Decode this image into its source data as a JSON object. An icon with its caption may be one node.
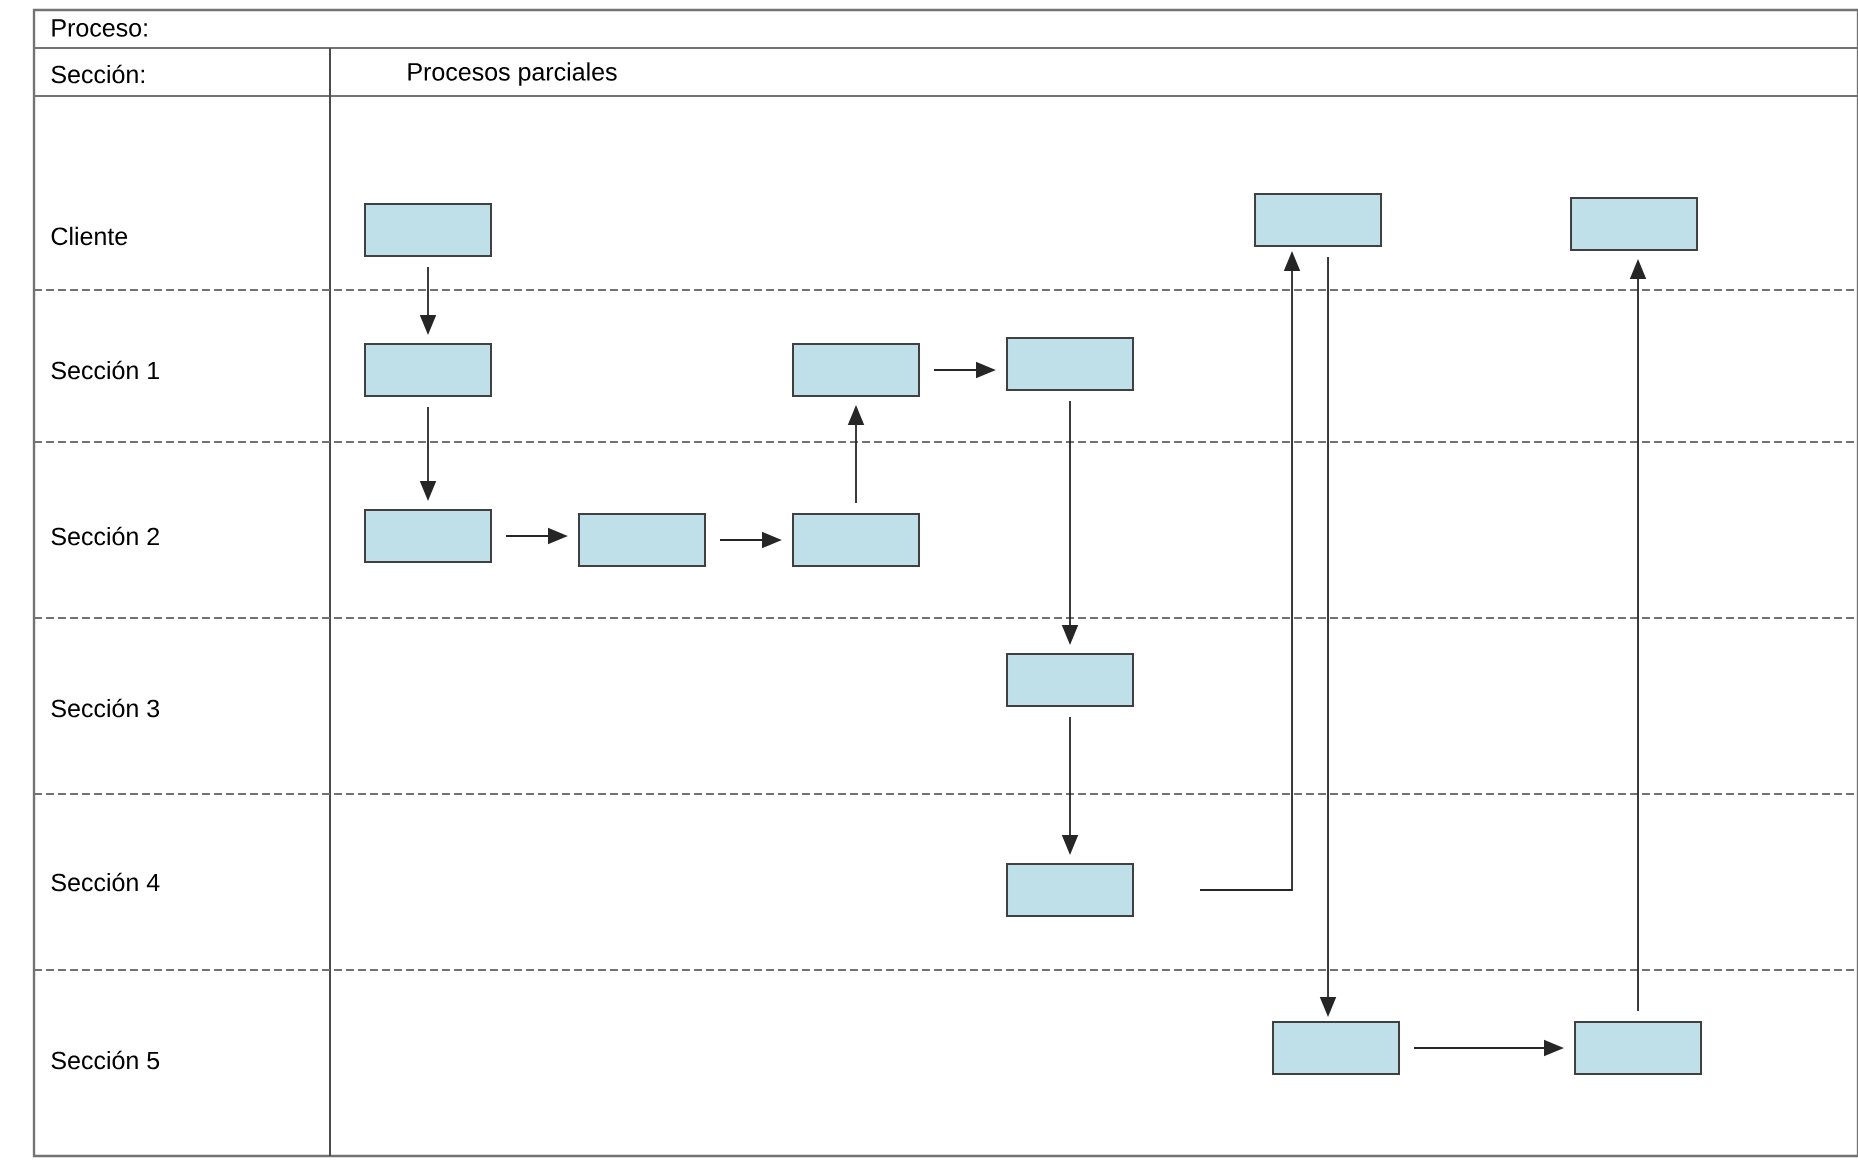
{
  "diagram": {
    "nodes": [
      {
        "text": [],
        "shape": "box"
      },
      {
        "text": [],
        "shape": "box"
      },
      {
        "text": [],
        "shape": "box"
      },
      {
        "text": [],
        "shape": "box"
      },
      {
        "text": [],
        "shape": "box"
      },
      {
        "text": [],
        "shape": "box"
      },
      {
        "text": [],
        "shape": "box"
      },
      {
        "text": [],
        "shape": "box"
      },
      {
        "text": [],
        "shape": "box"
      },
      {
        "text": [],
        "shape": "box"
      },
      {
        "text": [],
        "shape": "box"
      },
      {
        "text": [],
        "shape": "box"
      },
      {
        "text": [],
        "shape": "box"
      }
    ],
    "edges": [
      {
        "from": 0,
        "to": 3,
        "arrow": "to"
      },
      {
        "from": 3,
        "to": 6,
        "arrow": "to"
      },
      {
        "from": 6,
        "to": 7,
        "arrow": "to"
      },
      {
        "from": 7,
        "to": 8,
        "arrow": "to"
      },
      {
        "from": 8,
        "to": 4,
        "arrow": "to"
      },
      {
        "from": 4,
        "to": 5,
        "arrow": "to"
      },
      {
        "from": 5,
        "to": 9,
        "arrow": "to"
      },
      {
        "from": 9,
        "to": 10,
        "arrow": "to"
      },
      {
        "from": 10,
        "to": 1,
        "arrow": "to"
      },
      {
        "from": 1,
        "to": 11,
        "arrow": "to"
      },
      {
        "from": 11,
        "to": 12,
        "arrow": "to"
      },
      {
        "from": 12,
        "to": 2,
        "arrow": "to"
      }
    ],
    "labels": [
      "Proceso:",
      "Sección:",
      "Procesos parciales",
      "Cliente",
      "Sección 1",
      "Sección 2",
      "Sección 3",
      "Sección 4",
      "Sección 5"
    ]
  }
}
